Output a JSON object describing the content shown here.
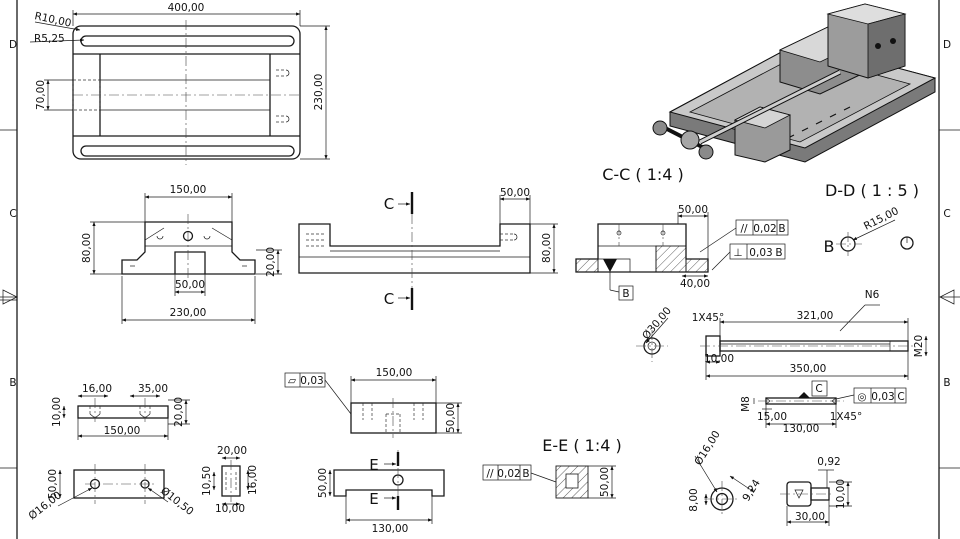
{
  "border": {
    "zones_left": [
      "D",
      "C",
      "B"
    ],
    "zones_right": [
      "D",
      "C",
      "B"
    ]
  },
  "top_view": {
    "dims": [
      "400,00",
      "R10,00",
      "R5,25",
      "70,00",
      "230,00"
    ]
  },
  "front_view": {
    "dims": [
      "150,00",
      "80,00",
      "50,00",
      "230,00",
      "20,00"
    ]
  },
  "section_cut": {
    "letter": "C",
    "dims": [
      "50,00",
      "80,00"
    ]
  },
  "section_cc": {
    "title": "C-C ( 1:4 )",
    "dims": [
      "50,00",
      "40,00"
    ],
    "tolerances": [
      {
        "symbol": "//",
        "value": "0,02",
        "datum": "B"
      },
      {
        "symbol": "⊥",
        "value": "0,03",
        "datum": "B"
      }
    ],
    "datum": "B"
  },
  "section_dd": {
    "title": "D-D ( 1 : 5 )",
    "letter": "B",
    "dims": [
      "R15,00"
    ]
  },
  "screw": {
    "dims": [
      "Ø30,00",
      "1X45°",
      "321,00",
      "N6",
      "10,00",
      "350,00",
      "M20"
    ]
  },
  "pin": {
    "datum": "C",
    "tolerance": {
      "symbol": "◎",
      "value": "0,03",
      "datum": "C"
    },
    "dims": [
      "M8",
      "15,00",
      "1X45°",
      "130,00"
    ]
  },
  "strip_part": {
    "dims": [
      "16,00",
      "35,00",
      "10,00",
      "20,00",
      "150,00"
    ]
  },
  "plate_part": {
    "dims": [
      "50,00",
      "Ø16,00",
      "Ø10,50"
    ]
  },
  "small_block": {
    "dims": [
      "20,00",
      "10,50",
      "16,00",
      "10,00"
    ]
  },
  "jaw_part": {
    "tolerance": {
      "symbol": "▱",
      "value": "0,03"
    },
    "dims": [
      "150,00",
      "50,00"
    ]
  },
  "jaw_top": {
    "section_letter": "E",
    "dims": [
      "50,00",
      "130,00"
    ]
  },
  "section_ee": {
    "title": "E-E ( 1:4 )",
    "tolerance": {
      "symbol": "//",
      "value": "0,02",
      "datum": "B"
    },
    "dims": [
      "50,00"
    ]
  },
  "nut": {
    "dims": [
      "Ø16,00",
      "9,24",
      "8,00"
    ]
  },
  "cap_screw": {
    "dims": [
      "0,92",
      "10,00",
      "30,00"
    ]
  }
}
